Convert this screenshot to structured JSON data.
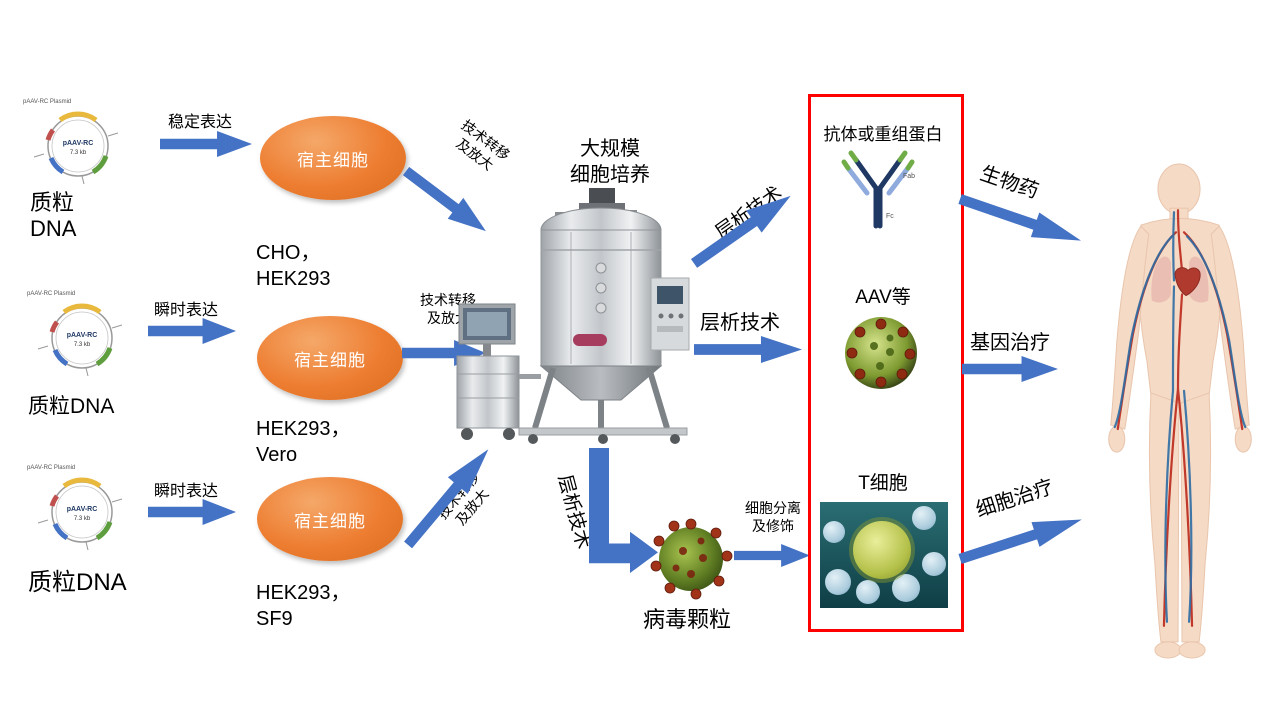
{
  "rows": [
    {
      "plasmid_label": "质粒\nDNA",
      "plasmid_title": "pAAV-RC Plasmid",
      "plasmid_name": "pAAV-RC",
      "plasmid_size": "7.3 kb",
      "expression": "稳定表达",
      "host": "宿主细胞",
      "lines": "CHO，\nHEK293",
      "transfer": "技术转移\n及放大"
    },
    {
      "plasmid_label": "质粒DNA",
      "plasmid_title": "pAAV-RC Plasmid",
      "plasmid_name": "pAAV-RC",
      "plasmid_size": "7.3 kb",
      "expression": "瞬时表达",
      "host": "宿主细胞",
      "lines": "HEK293，\nVero",
      "transfer": "技术转移\n及放大"
    },
    {
      "plasmid_label": "质粒DNA",
      "plasmid_title": "pAAV-RC Plasmid",
      "plasmid_name": "pAAV-RC",
      "plasmid_size": "7.3 kb",
      "expression": "瞬时表达",
      "host": "宿主细胞",
      "lines": "HEK293，\nSF9",
      "transfer": "技术转移\n及放大"
    }
  ],
  "center": {
    "culture_title": "大规模\n细胞培养"
  },
  "chromatography": {
    "to_antibody": "层析技术",
    "to_aav": "层析技术",
    "to_virus": "层析技术"
  },
  "products": {
    "antibody_title": "抗体或重组蛋白",
    "fab_label": "Fab",
    "fc_label": "Fc",
    "aav_title": "AAV等",
    "tcell_title": "T细胞",
    "virus_label": "病毒颗粒",
    "separation_label": "细胞分离\n及修饰"
  },
  "therapies": {
    "biologics": "生物药",
    "gene_therapy": "基因治疗",
    "cell_therapy": "细胞治疗"
  },
  "colors": {
    "arrow_blue": "#4472C4",
    "host_cell_orange": "#ED7D31",
    "highlight_box_red": "#FF0000"
  }
}
